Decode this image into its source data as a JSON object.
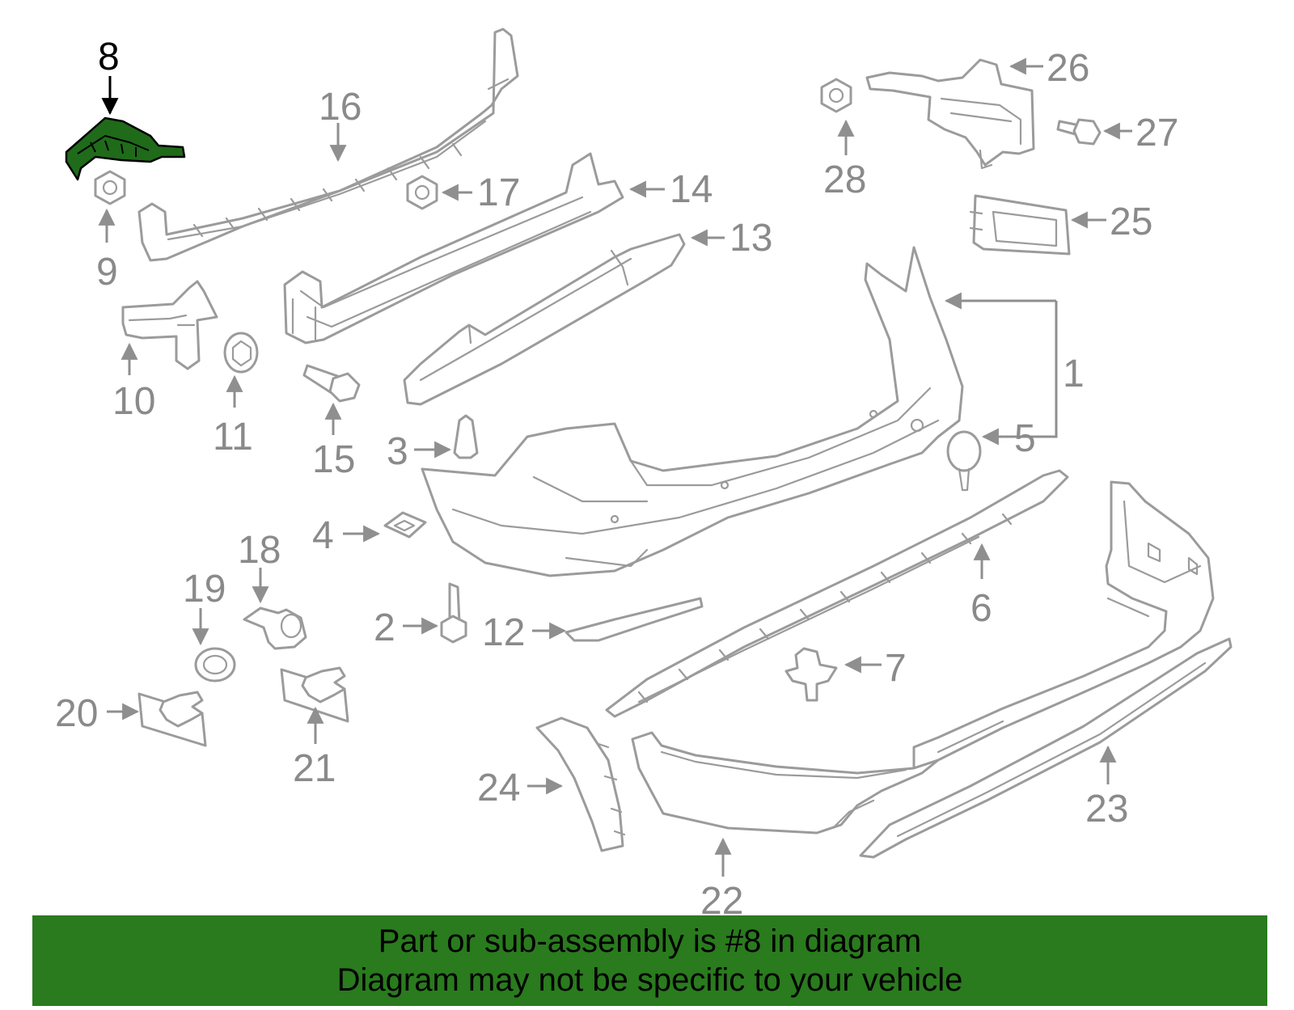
{
  "highlighted_callout": "8",
  "colors": {
    "highlight": "#1f6b1a",
    "banner": "#2a7a1e",
    "line_art": "#9b9b9b"
  },
  "callouts": {
    "c1": "1",
    "c2": "2",
    "c3": "3",
    "c4": "4",
    "c5": "5",
    "c6": "6",
    "c7": "7",
    "c8": "8",
    "c9": "9",
    "c10": "10",
    "c11": "11",
    "c12": "12",
    "c13": "13",
    "c14": "14",
    "c15": "15",
    "c16": "16",
    "c17": "17",
    "c18": "18",
    "c19": "19",
    "c20": "20",
    "c21": "21",
    "c22": "22",
    "c23": "23",
    "c24": "24",
    "c25": "25",
    "c26": "26",
    "c27": "27",
    "c28": "28"
  },
  "banner": {
    "line1": "Part or sub-assembly is #8 in diagram",
    "line2": "Diagram may not be specific to your vehicle"
  }
}
